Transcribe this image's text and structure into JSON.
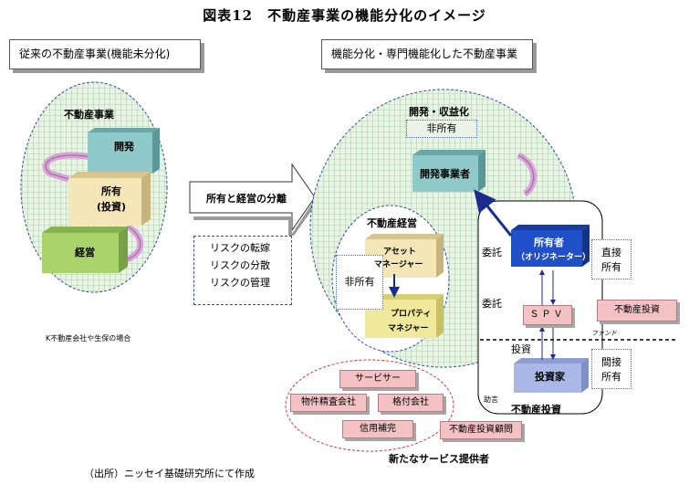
{
  "title": "図表12　不動産事業の機能分化のイメージ",
  "left_header": "従来の不動産事業(機能未分化)",
  "right_header": "機能分化・専門機能化した不動産事業",
  "left_oval_title": "不動産事業",
  "left_blocks": {
    "development": "開発",
    "ownership_line1": "所有",
    "ownership_line2": "(投資)",
    "management": "経営"
  },
  "left_footnote": "K不動産会社や生保の場合",
  "center_arrow_label": "所有と経営の分離",
  "risk_list": [
    "リスクの転嫁",
    "リスクの分散",
    "リスクの管理"
  ],
  "right_dev_title": "開発・収益化",
  "right_dev_nonown": "非所有",
  "right_dev_block": "開発事業者",
  "mgmt_circle_title": "不動産経営",
  "mgmt_nonown": "非所有",
  "asset_block_line1": "アセット",
  "asset_block_line2": "マネージャー",
  "property_block_line1": "プロパティ",
  "property_block_line2": "マネジャー",
  "investment_area": {
    "owner_line1": "所有者",
    "owner_line2": "（オリジネーター）",
    "spv": "ＳＰＶ",
    "investor": "投資家",
    "entrust1": "委託",
    "entrust2": "委託",
    "investment": "投資",
    "advice": "助言",
    "title": "不動産投資",
    "direct_line1": "直接",
    "direct_line2": "所有",
    "indirect_line1": "間接",
    "indirect_line2": "所有",
    "real_estate_investment": "不動産投資",
    "fund_label": "ファンド"
  },
  "service_providers": {
    "servicer": "サービサー",
    "inspection": "物件精査会社",
    "rating": "格付会社",
    "credit": "信用補完",
    "advisor": "不動産投資顧問",
    "title": "新たなサービス提供者"
  },
  "source": "（出所）ニッセイ基礎研究所にて作成",
  "colors": {
    "teal_block": "#8fc9c9",
    "cream_block": "#f5e6b8",
    "green_block": "#a8d46a",
    "yellow_block": "#f0e89a",
    "owner_blue": "#1f4fc9",
    "investor_blue": "#aab8e8",
    "pink": "#f4c2c4",
    "grid_line": "#7fb07f",
    "oval_border": "#2e4f9a"
  }
}
